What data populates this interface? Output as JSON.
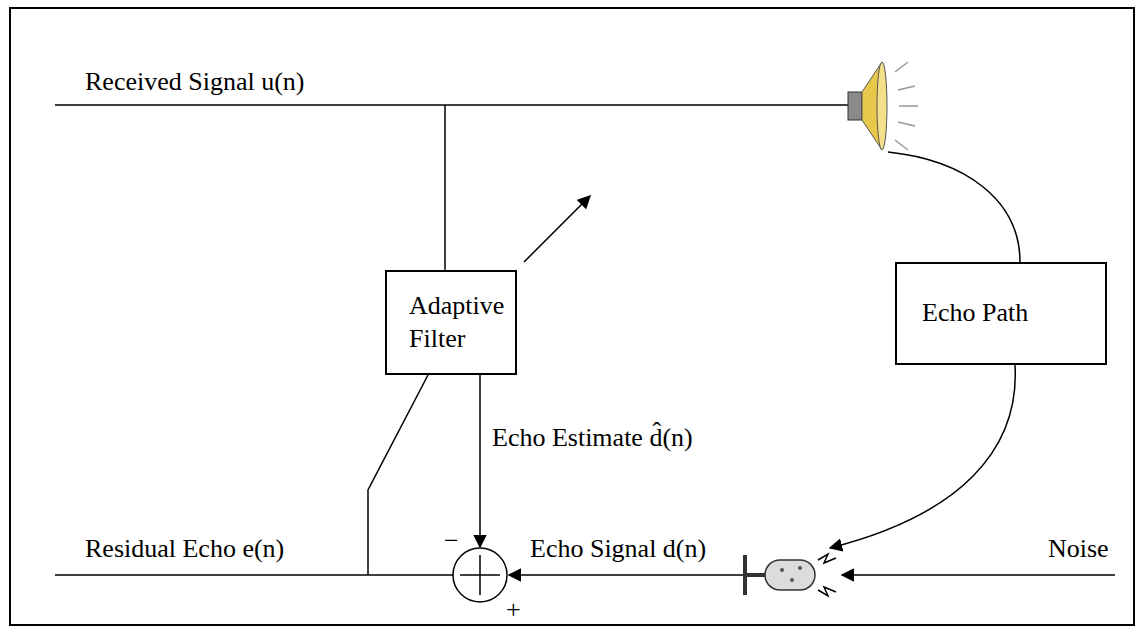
{
  "diagram": {
    "nodes": [
      {
        "text": [
          "Adaptive Filter"
        ]
      },
      {
        "text": [
          "Echo Path"
        ]
      }
    ],
    "labels": [
      "Received Signal u(n)",
      "Echo Estimate d̂(n)",
      "Echo Signal d(n)",
      "Residual Echo e(n)",
      "Noise",
      "−",
      "+"
    ]
  }
}
